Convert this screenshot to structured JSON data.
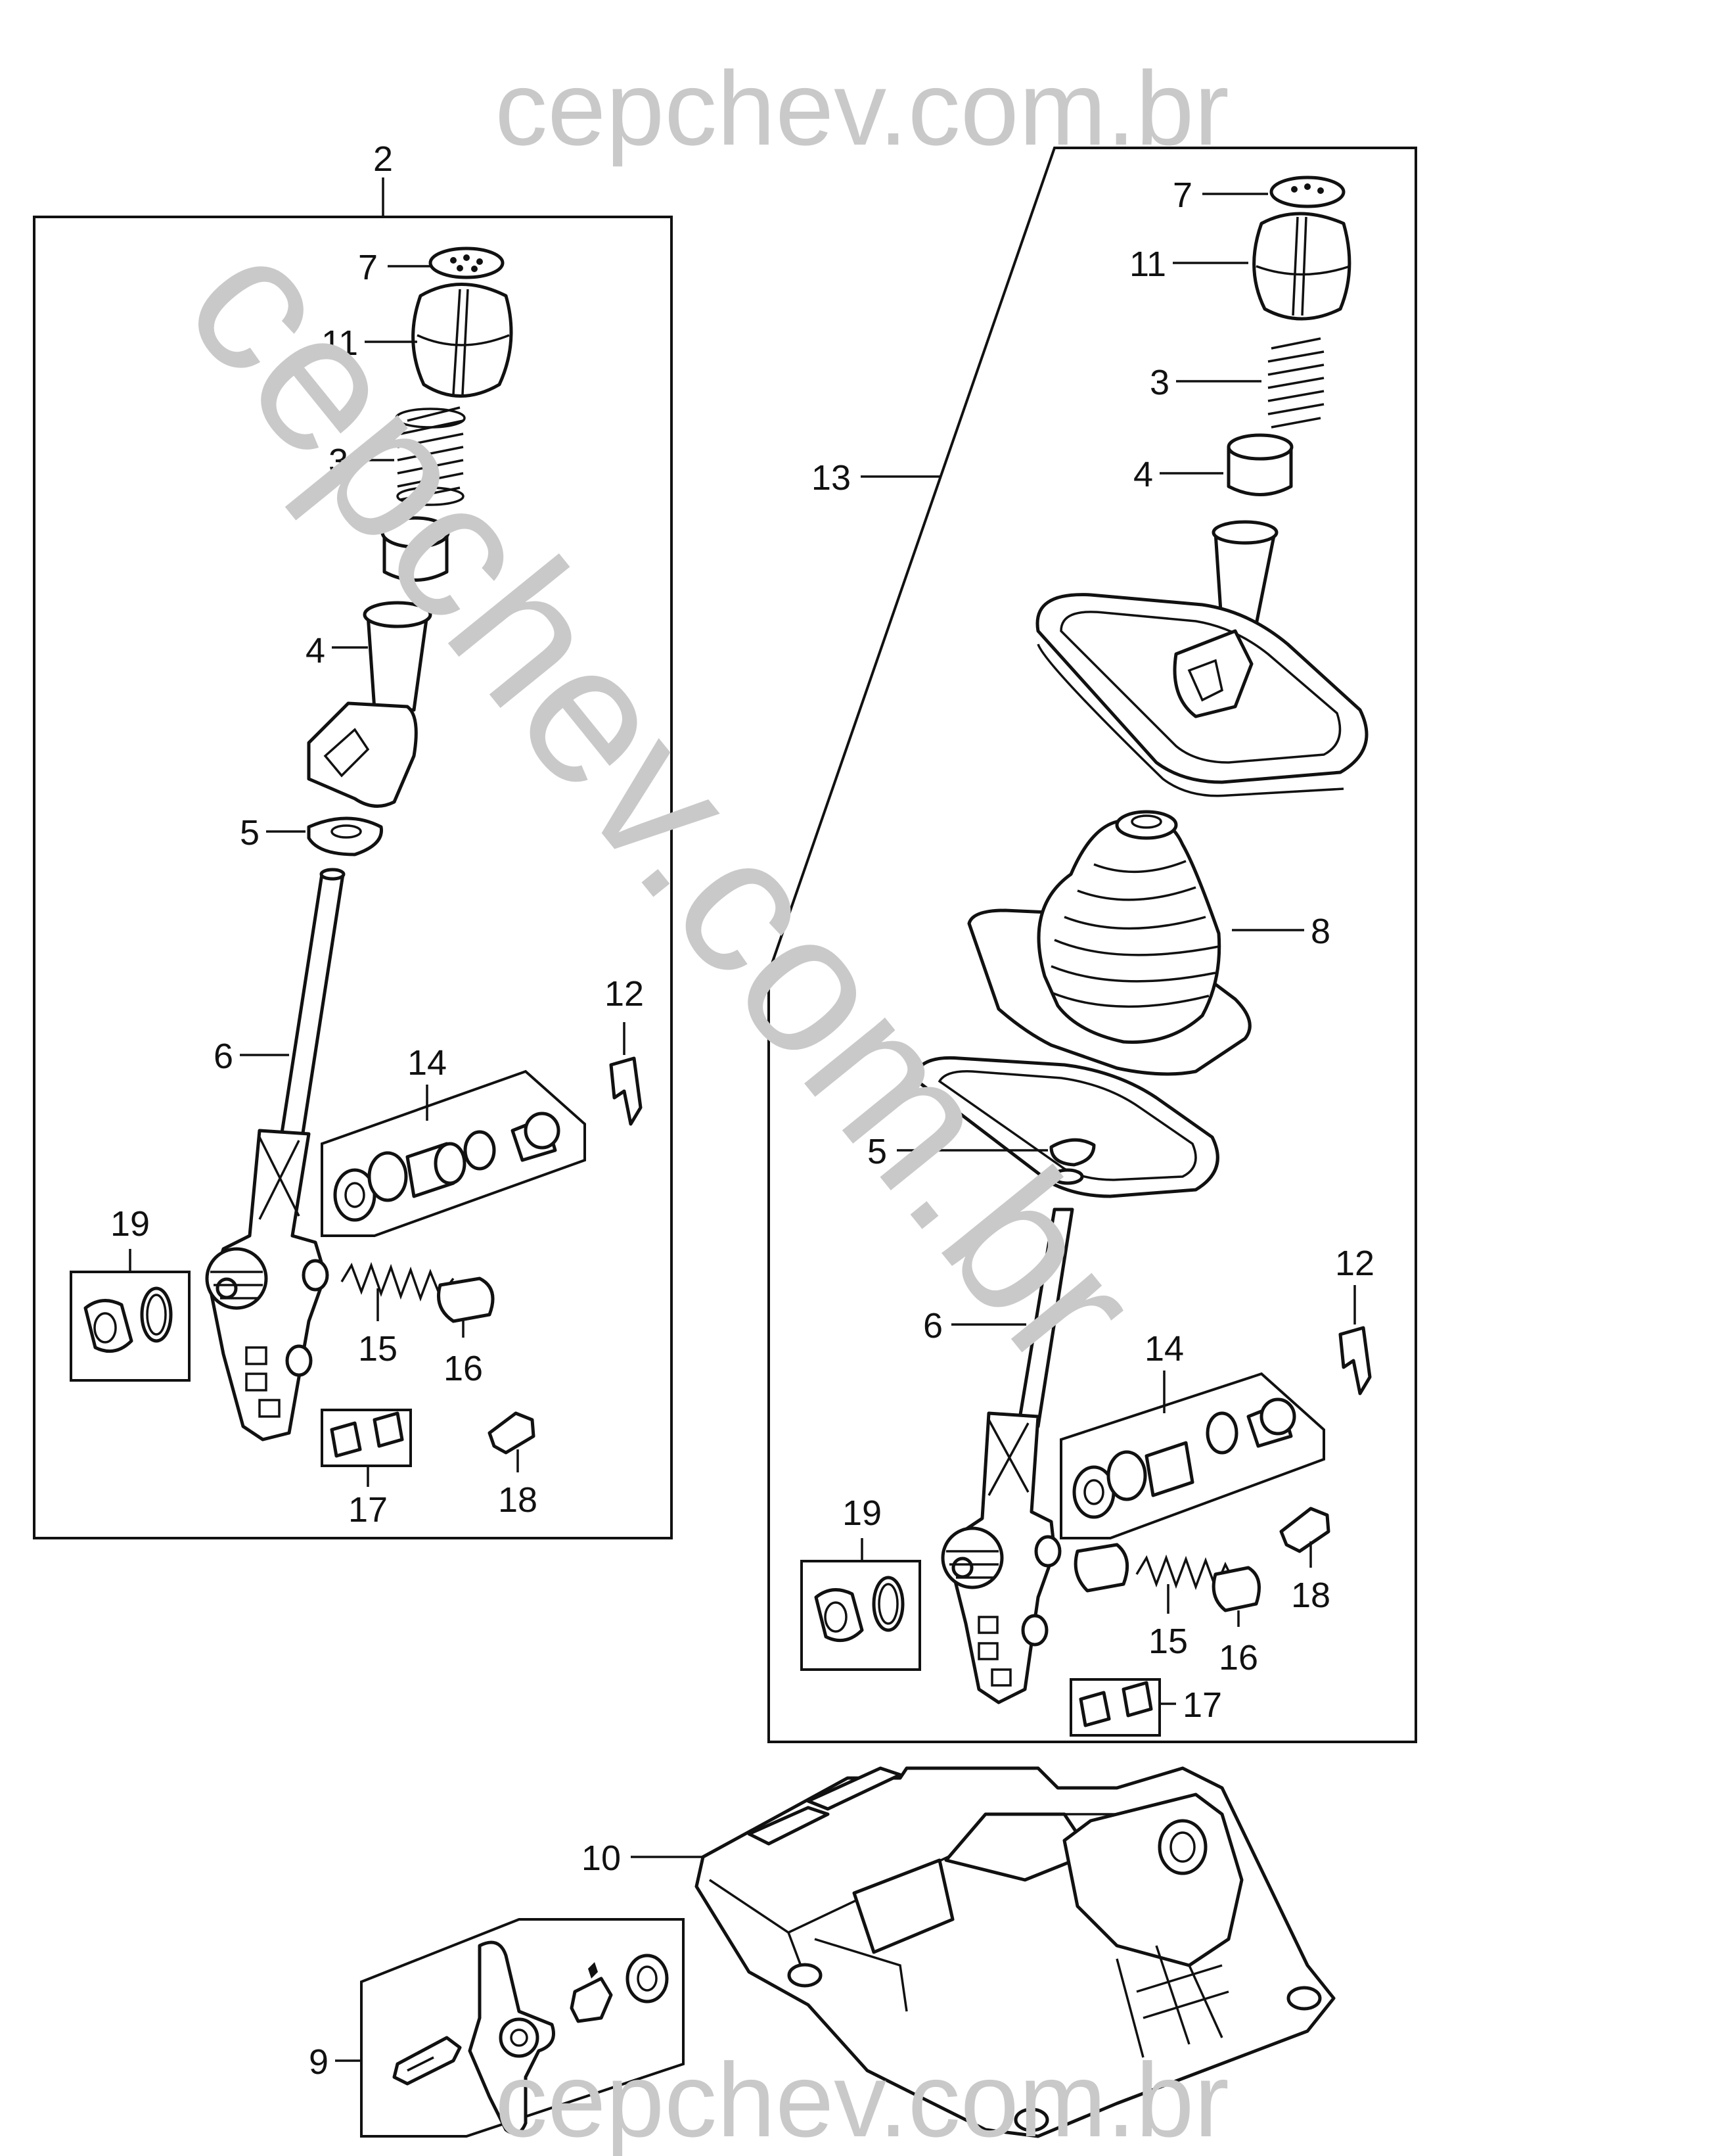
{
  "watermark": {
    "text": "cepchev.com.br",
    "color": "#c9c9c9"
  },
  "callouts": {
    "left_group": "2",
    "left_knob_cap": "7",
    "left_knob": "11",
    "left_spring": "3",
    "left_lever_sleeve": "4",
    "left_nut": "5",
    "left_shift_lever": "6",
    "left_clip": "12",
    "left_bushing_kit": "14",
    "left_ring_kit": "19",
    "left_spring_small": "15",
    "left_plunger": "16",
    "left_pin_kit": "17",
    "left_bolt": "18",
    "right_group": "13",
    "right_knob_cap": "7",
    "right_knob": "11",
    "right_spring": "3",
    "right_lever_sleeve": "4",
    "right_boot": "8",
    "right_nut": "5",
    "right_shift_lever": "6",
    "right_clip": "12",
    "right_bushing_kit": "14",
    "right_ring_kit": "19",
    "right_bolt": "18",
    "right_spring_small": "15",
    "right_plunger": "16",
    "right_pin_kit": "17",
    "housing": "10",
    "selector_kit": "9"
  }
}
